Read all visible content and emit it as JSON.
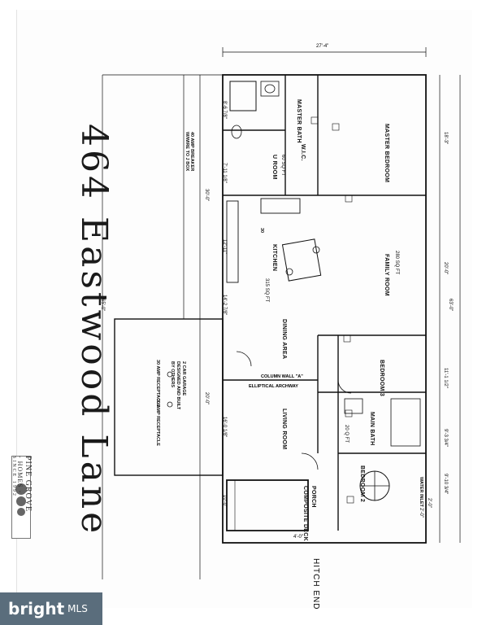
{
  "address_handwritten": "464 Eastwood Lane",
  "rooms": {
    "master_bedroom": "MASTER BEDROOM",
    "master_bath": "MASTER BATH",
    "wic": "W.I.C.",
    "utility_room": "U ROOM",
    "utility_area": "60 SQ FT",
    "kitchen": "KITCHEN",
    "kitchen_area": "315 SQ FT",
    "family_room": "FAMILY ROOM",
    "family_area": "280 SQ FT",
    "dining_area": "DINING AREA",
    "bedroom3": "BEDROOM 3",
    "living_room": "LIVING ROOM",
    "main_bath": "MAIN BATH",
    "main_bath_area": "20 Q FT",
    "bedroom2": "BEDROOM 2",
    "porch": "PORCH",
    "composite_deck": "COMPOSITE DECK"
  },
  "dimensions": {
    "overall_width": "27'-4\"",
    "overall_length": "63'-0\"",
    "left_length": "65'-0\"",
    "garage_side": "30'-0\"",
    "garage_side2": "20'-0\"",
    "master_bedroom_len": "18'-3\"",
    "family_room_len": "20'-0\"",
    "bedroom3_len": "11'-1 1/2\"",
    "main_bath_len": "9'-3 3/4\"",
    "bedroom2_len": "9'-10 3/4\"",
    "water_inlet_len": "2'-0\"",
    "left_1": "8'-6 7/8\"",
    "left_2": "7'-11 1/8\"",
    "left_3": "12'-11\"",
    "left_4": "14'-2 7/8\"",
    "left_5": "16'-0 1/8\"",
    "left_6": "10'-0\"",
    "porch_depth": "4'-0\"",
    "small_2_0": "2'-0\""
  },
  "notes": {
    "breaker": "40 AMP BREAKER",
    "wire_to_jbox": "W/WIRE TO J BOX",
    "garage_1": "2 CAR GARAGE",
    "garage_2": "DESIGNED AND BUILT",
    "garage_3": "BY OTHERS",
    "amp_receptacle_1": "30 AMP RECEPTACLE",
    "amp_receptacle_2": "30 AMP RECEPTACLE",
    "column_wall": "COLUMN WALL \"A\"",
    "elliptical_archway": "ELLIPTICAL ARCHWAY",
    "water_inlet": "WATER INLET",
    "hitch_end": "HITCH END",
    "tag_30": "30"
  },
  "logo": {
    "name": "PINE GROVE",
    "sub": "- HOMES -",
    "since": "SINCE 1992"
  },
  "watermark": {
    "brand": "bright",
    "mls": "MLS"
  }
}
